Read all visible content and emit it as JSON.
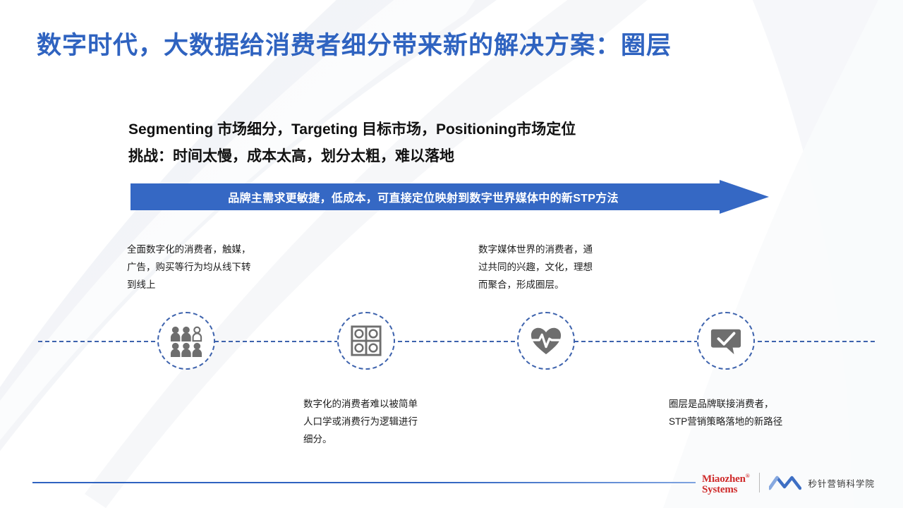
{
  "slide": {
    "title": "数字时代，大数据给消费者细分带来新的解决方案：圈层",
    "title_color": "#2f63c0"
  },
  "subtitle": {
    "line1": "Segmenting 市场细分，Targeting 目标市场，Positioning市场定位",
    "line2": "挑战：时间太慢，成本太高，划分太粗，难以落地"
  },
  "banner": {
    "label": "品牌主需求更敏捷，低成本，可直接定位映射到数字世界媒体中的新STP方法",
    "fill_color": "#3568c4",
    "text_color": "#ffffff"
  },
  "timeline": {
    "line_color": "#3e63ad",
    "icon_color": "#6e6e6e",
    "nodes": [
      {
        "icon": "people-group-icon",
        "caption": "全面数字化的消费者，触媒，\n广告，购买等行为均从线下转\n到线上",
        "caption_position": "above"
      },
      {
        "icon": "grid-segments-icon",
        "caption": "数字化的消费者难以被简单\n人口学或消费行为逻辑进行\n细分。",
        "caption_position": "below"
      },
      {
        "icon": "heart-pulse-icon",
        "caption": "数字媒体世界的消费者，通\n过共同的兴趣，文化，理想\n而聚合，形成圈层。",
        "caption_position": "above"
      },
      {
        "icon": "speech-bubble-check-icon",
        "caption": "圈层是品牌联接消费者，\nSTP营销策略落地的新路径",
        "caption_position": "below"
      }
    ]
  },
  "footer": {
    "brand_line1": "Miaozhen",
    "brand_registered": "®",
    "brand_line2": "Systems",
    "brand_color": "#cf2a2a",
    "academy_label": "秒针营销科学院",
    "mark_color": "#3e6fc4"
  }
}
